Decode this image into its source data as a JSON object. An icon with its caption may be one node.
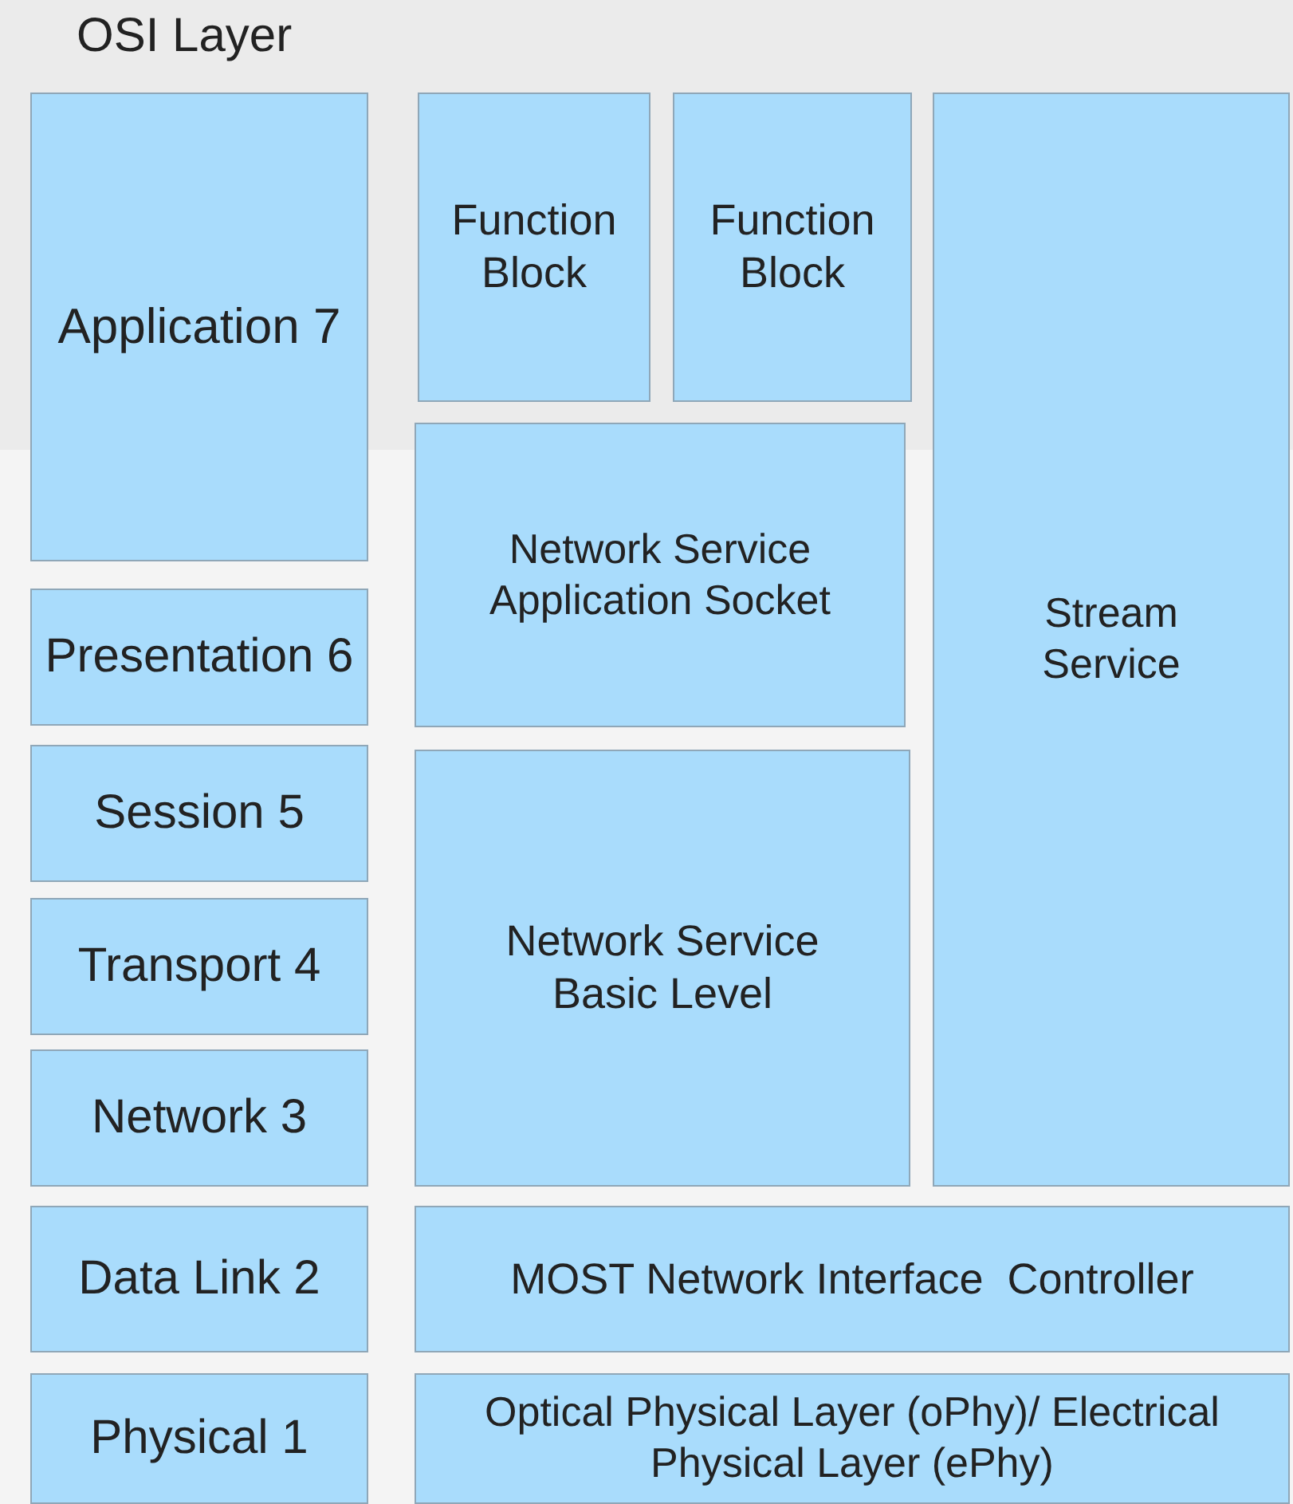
{
  "diagram": {
    "title": "OSI Layer",
    "nodes": [
      {
        "text": [
          "Application 7"
        ]
      },
      {
        "text": [
          "Presentation 6"
        ]
      },
      {
        "text": [
          "Session 5"
        ]
      },
      {
        "text": [
          "Transport 4"
        ]
      },
      {
        "text": [
          "Network 3"
        ]
      },
      {
        "text": [
          "Data Link 2"
        ]
      },
      {
        "text": [
          "Physical 1"
        ]
      },
      {
        "text": [
          "Function Block"
        ]
      },
      {
        "text": [
          "Function Block"
        ]
      },
      {
        "text": [
          "Stream Service"
        ]
      },
      {
        "text": [
          "Network Service Application Socket"
        ]
      },
      {
        "text": [
          "Network Service Basic Level"
        ]
      },
      {
        "text": [
          "MOST Network Interface  Controller"
        ]
      },
      {
        "text": [
          "Optical Physical Layer (oPhy)/ Electrical Physical Layer (ePhy)"
        ]
      }
    ]
  }
}
